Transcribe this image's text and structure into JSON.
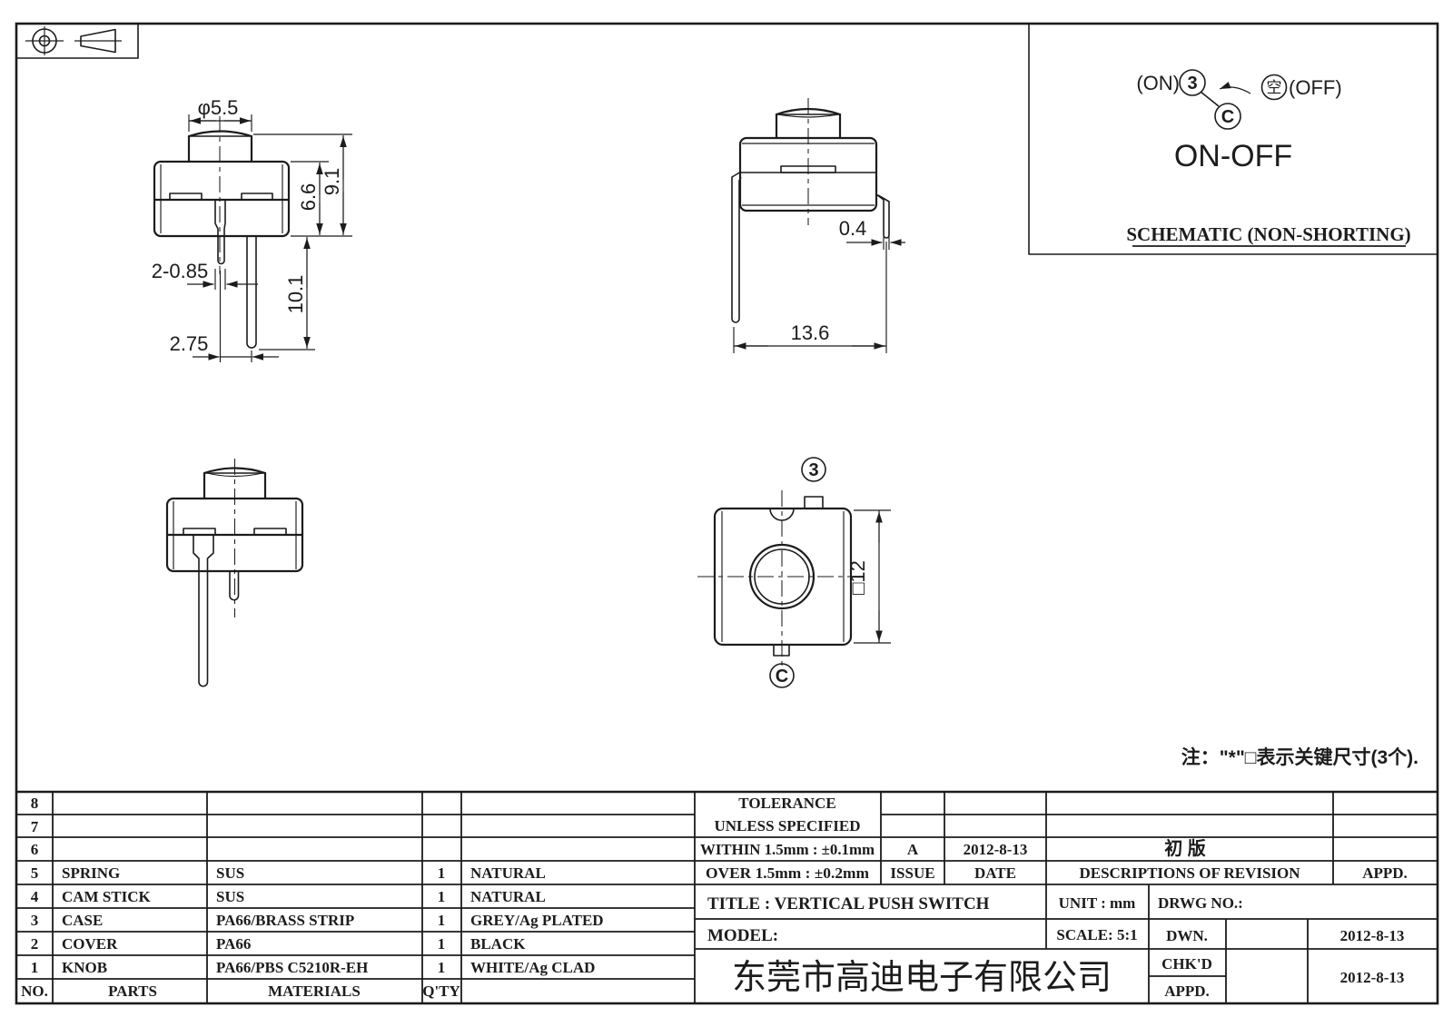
{
  "views": {
    "front": {
      "dia": "φ5.5",
      "body_h": "6.6",
      "total_h": "9.1",
      "pin_w": "2-0.85",
      "pin_pitch": "2.75",
      "lead_l": "10.1"
    },
    "side": {
      "lead_t": "0.4",
      "lead_span": "13.6"
    },
    "top": {
      "square": "□12",
      "term3": "3",
      "termC": "C"
    }
  },
  "schematic": {
    "on": "(ON)",
    "t3": "3",
    "tc": "C",
    "empty": "空",
    "off": "(OFF)",
    "func": "ON-OFF",
    "caption": "SCHEMATIC (NON-SHORTING)"
  },
  "note": "注：\"*\"□表示关键尺寸(3个).",
  "title_block": {
    "tolerance_line1": "TOLERANCE",
    "tolerance_line2": "UNLESS  SPECIFIED",
    "tolerance_within": "WITHIN 1.5mm : ±0.1mm",
    "tolerance_over": "OVER 1.5mm : ±0.2mm",
    "issue_value": "A",
    "issue_date": "2012-8-13",
    "revision_desc": "初 版",
    "issue_header": "ISSUE",
    "date_header": "DATE",
    "desc_header": "DESCRIPTIONS OF REVISION",
    "appd_header": "APPD.",
    "title": "TITLE :  VERTICAL PUSH SWITCH",
    "model": "MODEL:",
    "unit": "UNIT :  mm",
    "scale": "SCALE:  5:1",
    "drwg_no": "DRWG NO.:",
    "dwn": "DWN.",
    "chkd": "CHK'D",
    "appd": "APPD.",
    "dwn_date": "2012-8-13",
    "chkd_date": "2012-8-13",
    "company": "东莞市高迪电子有限公司"
  },
  "parts_table": {
    "headers": {
      "no": "NO.",
      "parts": "PARTS",
      "materials": "MATERIALS",
      "qty": "Q'TY"
    },
    "rows": [
      {
        "no": "8",
        "part": "",
        "material": "",
        "qty": "",
        "finish": ""
      },
      {
        "no": "7",
        "part": "",
        "material": "",
        "qty": "",
        "finish": ""
      },
      {
        "no": "6",
        "part": "",
        "material": "",
        "qty": "",
        "finish": ""
      },
      {
        "no": "5",
        "part": "SPRING",
        "material": "SUS",
        "qty": "1",
        "finish": "NATURAL"
      },
      {
        "no": "4",
        "part": "CAM STICK",
        "material": "SUS",
        "qty": "1",
        "finish": "NATURAL"
      },
      {
        "no": "3",
        "part": "CASE",
        "material": "PA66/BRASS STRIP",
        "qty": "1",
        "finish": "GREY/Ag PLATED"
      },
      {
        "no": "2",
        "part": "COVER",
        "material": "PA66",
        "qty": "1",
        "finish": "BLACK"
      },
      {
        "no": "1",
        "part": "KNOB",
        "material": "PA66/PBS C5210R-EH",
        "qty": "1",
        "finish": "WHITE/Ag CLAD"
      }
    ]
  }
}
